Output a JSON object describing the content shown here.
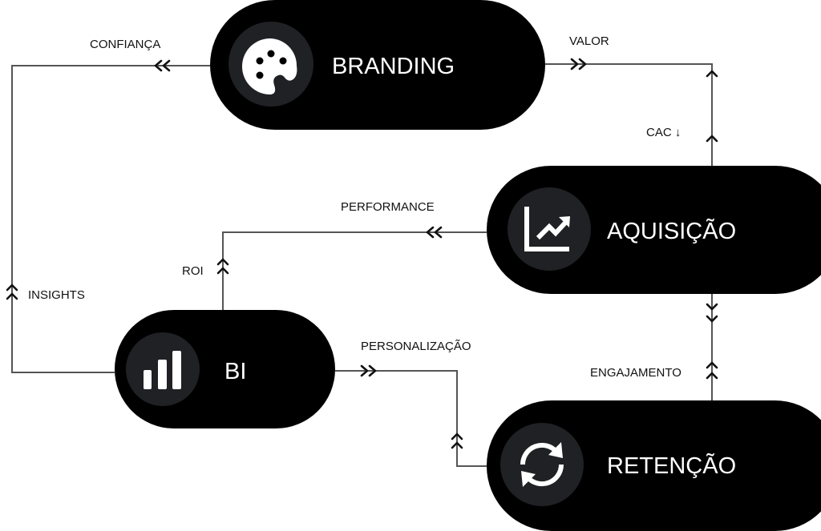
{
  "nodes": {
    "branding": {
      "label": "BRANDING",
      "icon": "palette-icon"
    },
    "aquisicao": {
      "label": "AQUISIÇÃO",
      "icon": "trending-up-chart-icon"
    },
    "bi": {
      "label": "BI",
      "icon": "bar-chart-icon"
    },
    "retencao": {
      "label": "RETENÇÃO",
      "icon": "sync-icon"
    }
  },
  "edges": {
    "confianca": "CONFIANÇA",
    "valor": "VALOR",
    "cac": "CAC ↓",
    "performance": "PERFORMANCE",
    "roi": "ROI",
    "insights": "INSIGHTS",
    "personalizacao": "PERSONALIZAÇÃO",
    "engajamento": "ENGAJAMENTO"
  },
  "colors": {
    "node": "#000000",
    "icon_bg": "#202124",
    "line": "#555555"
  }
}
